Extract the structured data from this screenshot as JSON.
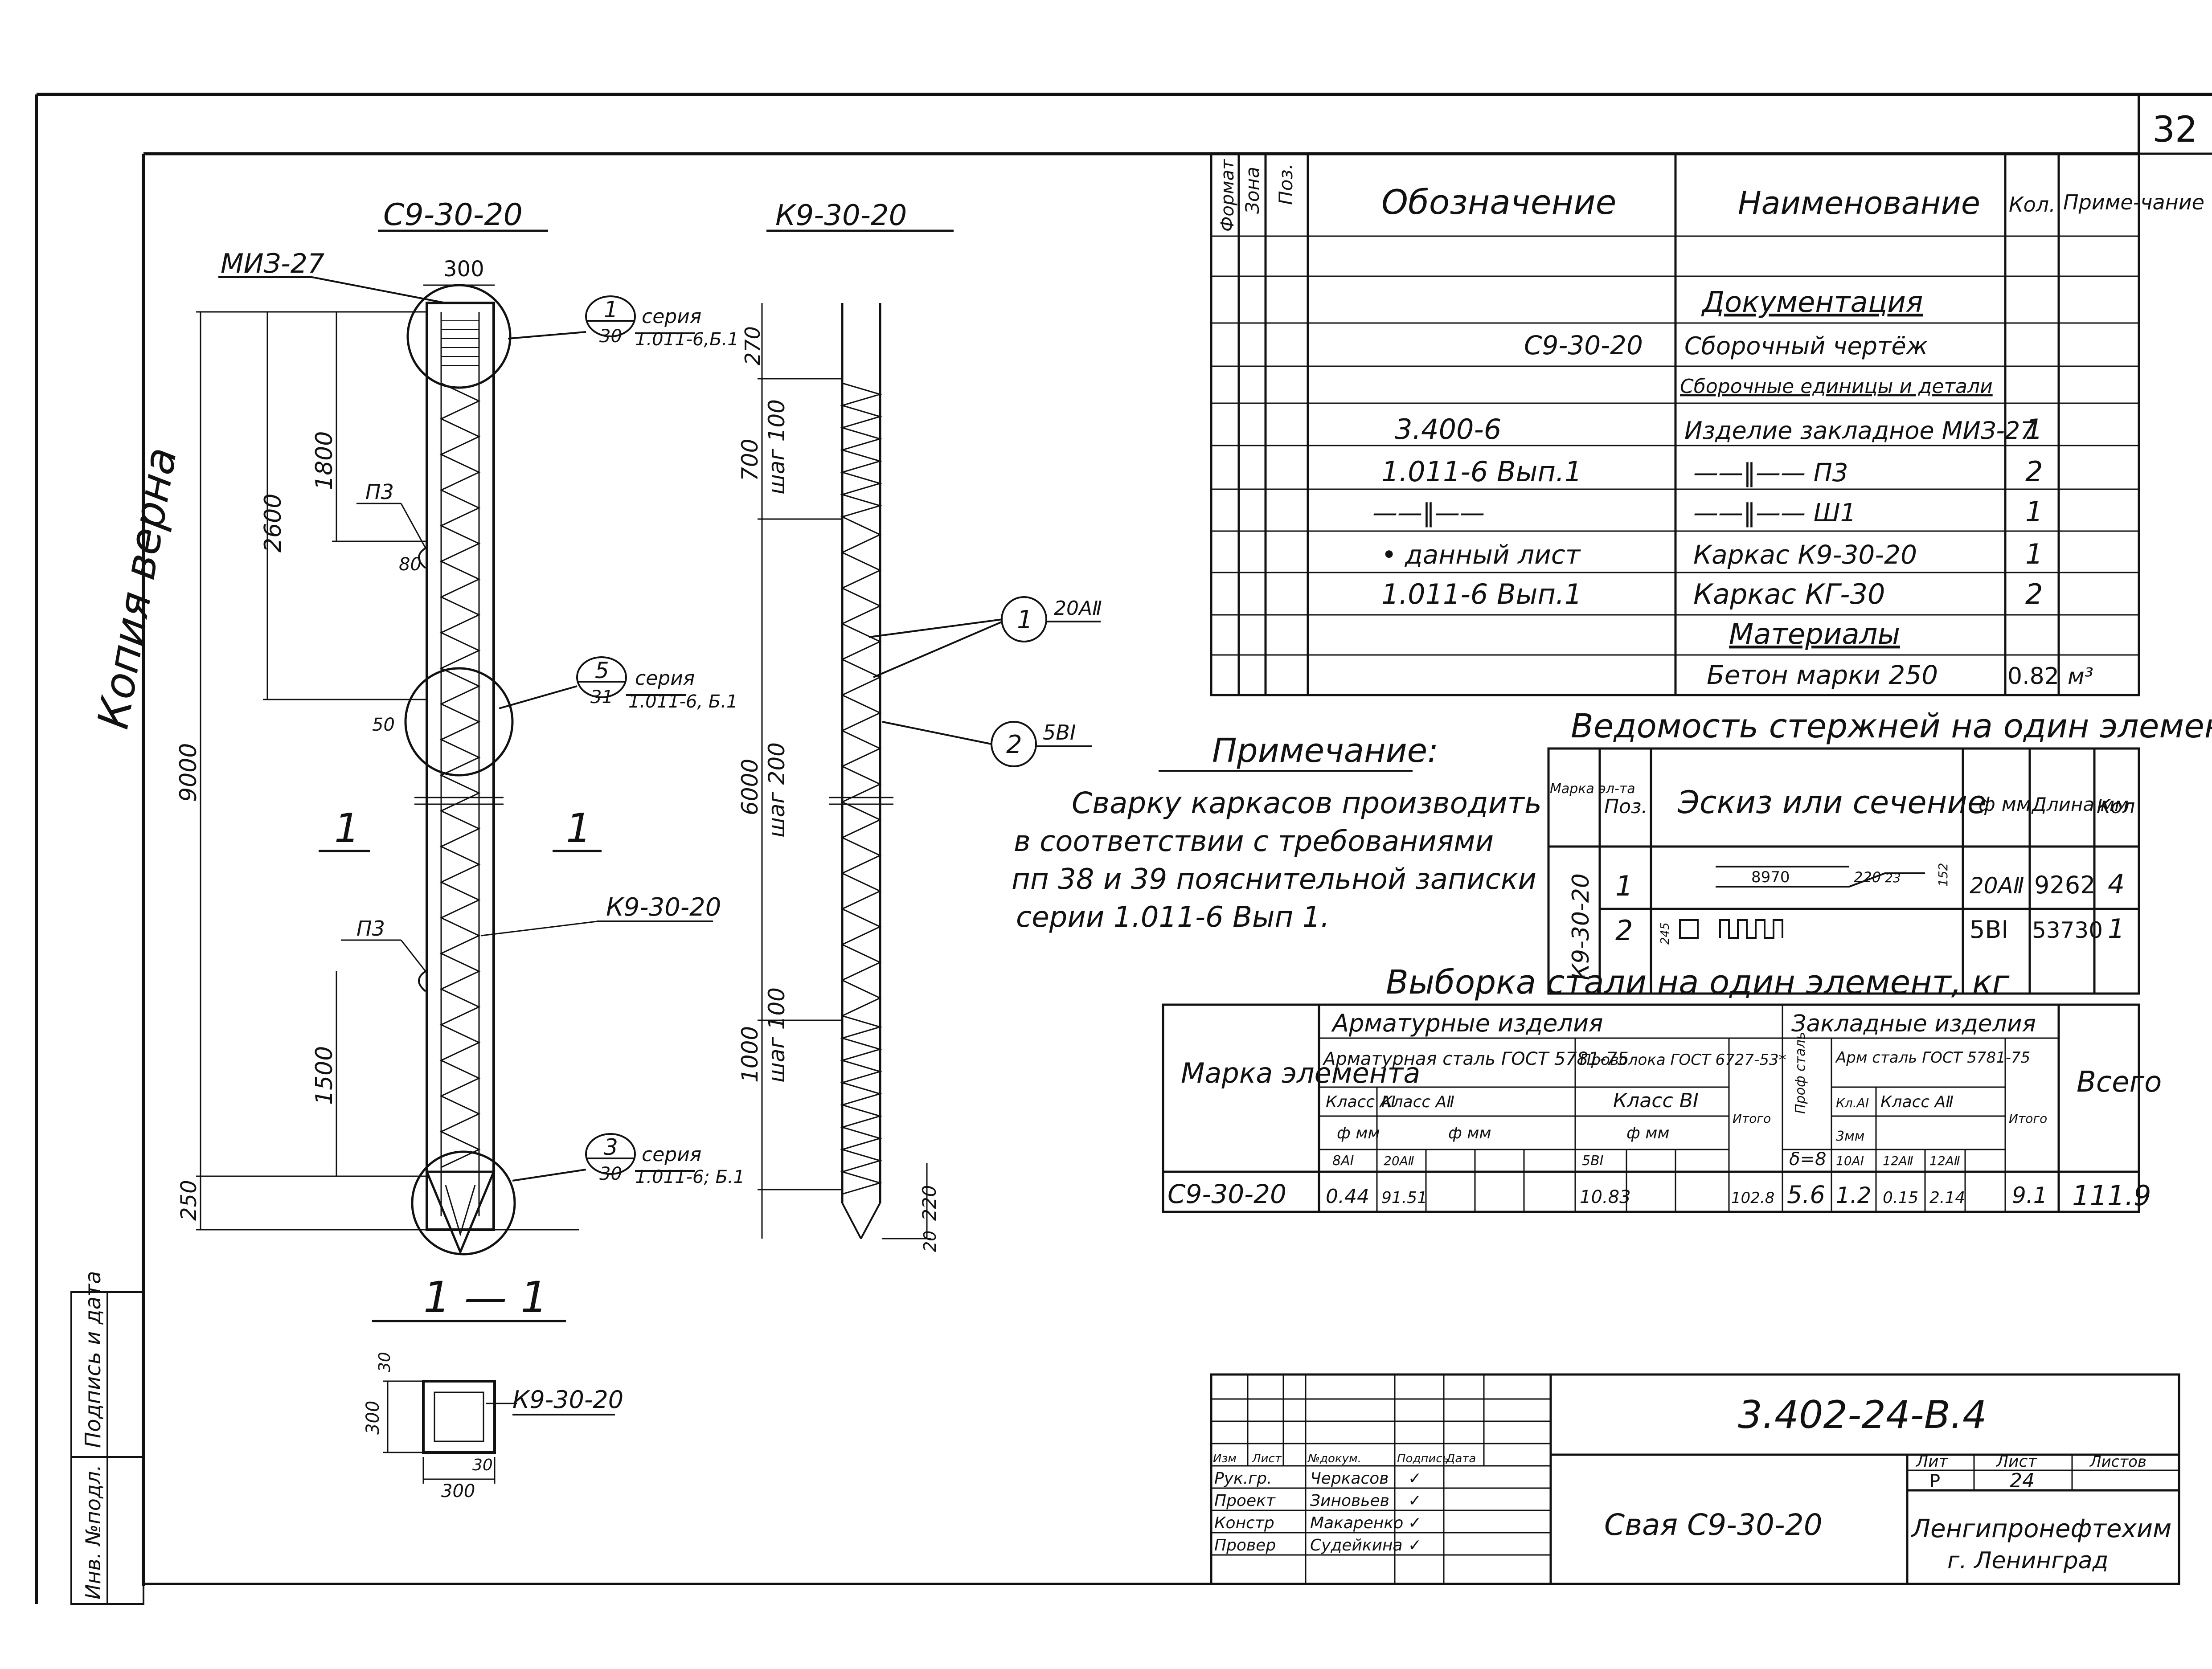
{
  "sheet": {
    "page_number": "32",
    "copy_note": "Копия верна",
    "side_stamp": [
      "Инв. №подл.",
      "Подпись и дата"
    ]
  },
  "drawing": {
    "title_left": "С9-30-20",
    "title_right": "К9-30-20",
    "embed_label": "МИЗ-27",
    "dim_300_top": "300",
    "dim_2600": "2600",
    "dim_1800": "1800",
    "dim_9000": "9000",
    "dim_1500": "1500",
    "dim_250": "250",
    "label_p3_top": "П3",
    "label_p3_bottom": "П3",
    "dim_80": "80",
    "dim_50": "50",
    "label_k9": "К9-30-20",
    "section_mark_left": "1",
    "section_mark_right": "1",
    "callout1_num": "1",
    "callout1_den": "30",
    "callout1_series": "серия",
    "callout1_ref": "1.011-6,Б.1",
    "callout5_num": "5",
    "callout5_den": "31",
    "callout5_series": "серия",
    "callout5_ref": "1.011-6, Б.1",
    "callout3_num": "3",
    "callout3_den": "30",
    "callout3_series": "серия",
    "callout3_ref": "1.011-6; Б.1",
    "dim_270": "270",
    "dim_700": "700",
    "step_100_top": "шаг 100",
    "dim_6000": "6000",
    "step_200": "шаг 200",
    "dim_1000": "1000",
    "step_100_bottom": "шаг 100",
    "dim_220": "220",
    "dim_20": "20",
    "pos1": "1",
    "pos1_spec": "20АⅡ",
    "pos2": "2",
    "pos2_spec": "5ВⅠ",
    "section_title": "1 — 1",
    "section_dim_30_top": "30",
    "section_dim_300_left": "300",
    "section_dim_30_bottom": "30",
    "section_dim_300_bottom": "300",
    "section_label": "К9-30-20"
  },
  "spec_table": {
    "headers": [
      "Формат",
      "Зона",
      "Поз.",
      "Обозначение",
      "Наименование",
      "Кол.",
      "Приме-чание"
    ],
    "rows": [
      {
        "designation": "",
        "name": "",
        "qty": "",
        "note": ""
      },
      {
        "designation": "",
        "name": "Документация",
        "qty": "",
        "note": "",
        "heading": true
      },
      {
        "designation": "С9-30-20",
        "name": "Сборочный чертёж",
        "qty": "",
        "note": ""
      },
      {
        "designation": "",
        "name": "Сборочные единицы и детали",
        "qty": "",
        "note": "",
        "heading": true
      },
      {
        "designation": "3.400-6",
        "name": "Изделие закладное МИЗ-27",
        "qty": "1",
        "note": ""
      },
      {
        "designation": "1.011-6 Вып.1",
        "name": "——‖—— П3",
        "qty": "2",
        "note": ""
      },
      {
        "designation": "——‖——",
        "name": "——‖—— Ш1",
        "qty": "1",
        "note": ""
      },
      {
        "designation": "• данный лист",
        "name": "Каркас К9-30-20",
        "qty": "1",
        "note": ""
      },
      {
        "designation": "1.011-6 Вып.1",
        "name": "Каркас КГ-30",
        "qty": "2",
        "note": ""
      },
      {
        "designation": "",
        "name": "Материалы",
        "qty": "",
        "note": "",
        "heading": true
      },
      {
        "designation": "",
        "name": "Бетон марки 250",
        "qty": "0.82",
        "note": "м³"
      }
    ]
  },
  "note": {
    "title": "Примечание:",
    "lines": [
      "Сварку каркасов производить",
      "в соответствии с требованиями",
      "пп 38 и 39 пояснительной записки",
      "серии 1.011-6 Вып 1."
    ]
  },
  "rebar_table": {
    "title": "Ведомость стержней на один элемент.",
    "headers": [
      "Марка эл-та",
      "Поз.",
      "Эскиз или сечение",
      "ф мм",
      "Длина мм",
      "Кол"
    ],
    "mark": "К9-30-20",
    "rows": [
      {
        "pos": "1",
        "sketch_len": "8970",
        "sketch_end": "220",
        "sketch_a": "23",
        "sketch_h": "152",
        "dia": "20АⅡ",
        "length": "9262",
        "qty": "4"
      },
      {
        "pos": "2",
        "sketch_note": "245",
        "dia": "5ВⅠ",
        "length": "53730",
        "qty": "1"
      }
    ]
  },
  "steel_table": {
    "title": "Выборка стали на один элемент, кг",
    "h_mark": "Марка элемента",
    "h_arm": "Арматурные изделия",
    "h_emb": "Закладные изделия",
    "h_arm_steel": "Арматурная сталь ГОСТ 5781-75",
    "h_wire": "Проволока ГОСТ 6727-53*",
    "h_class1": "Класс АⅠ",
    "h_class2": "Класс АⅡ",
    "h_class3": "Класс ВⅠ",
    "h_dia": "ф мм",
    "h_total": "Итого",
    "h_prof": "Проф сталь",
    "h_arm2": "Арм сталь ГОСТ 5781-75",
    "h_class_a1": "Кл.АⅠ",
    "h_class_a2": "Класс АⅡ",
    "h_s": "δ=8",
    "h_total2": "Итого",
    "h_grand": "Всего",
    "sub_8ai": "8АⅠ",
    "sub_20aii": "20АⅡ",
    "sub_5vi": "5ВⅠ",
    "sub_3mm": "3мм",
    "sub_10ai": "10АⅠ",
    "sub_12aii": "12АⅡ",
    "sub_12aii_b": "12АⅡ",
    "row": {
      "mark": "С9-30-20",
      "v1": "0.44",
      "v2": "91.51",
      "v3": "",
      "v4": "",
      "v5": "10.83",
      "v6": "",
      "v7": "",
      "total1": "102.8",
      "v8": "5.6",
      "v9": "1.2",
      "v10": "0.15",
      "v11": "2.14",
      "total2": "9.1",
      "grand": "111.9"
    }
  },
  "title_block": {
    "doc_code": "3.402-24-В.4",
    "object_name": "Свая С9-30-20",
    "header_labels": [
      "Изм",
      "Лист",
      "№докум.",
      "Подпись",
      "Дата"
    ],
    "roles": [
      {
        "role": "Рук.гр.",
        "name": "Черкасов",
        "sig": "✓"
      },
      {
        "role": "Проект",
        "name": "Зиновьев",
        "sig": "✓"
      },
      {
        "role": "Констр",
        "name": "Макаренко",
        "sig": "✓"
      },
      {
        "role": "Провер",
        "name": "Судейкина",
        "sig": "✓"
      }
    ],
    "lit_label": "Лит",
    "sheet_label": "Лист",
    "sheets_label": "Листов",
    "lit_value": "Р",
    "sheet_value": "24",
    "sheets_value": "",
    "org": "Ленгипронефтехим",
    "city": "г. Ленинград"
  }
}
